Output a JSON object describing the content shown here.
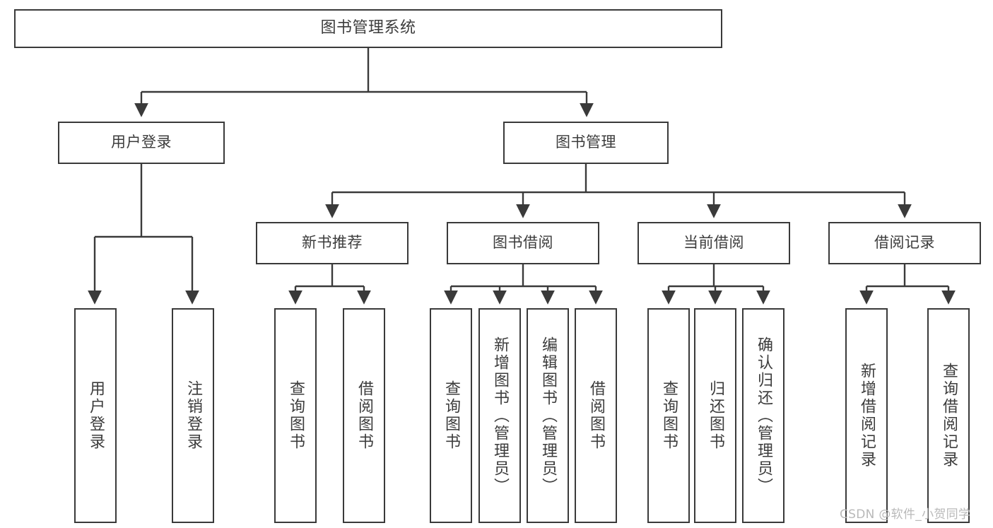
{
  "diagram": {
    "title": "图书管理系统",
    "type": "tree",
    "root": {
      "label": "图书管理系统"
    },
    "level1": [
      {
        "label": "用户登录"
      },
      {
        "label": "图书管理"
      }
    ],
    "level2": [
      {
        "label": "新书推荐"
      },
      {
        "label": "图书借阅"
      },
      {
        "label": "当前借阅"
      },
      {
        "label": "借阅记录"
      }
    ],
    "leaves": {
      "user_login": [
        {
          "label": "用户登录"
        },
        {
          "label": "注销登录"
        }
      ],
      "new_book_recommend": [
        {
          "label": "查询图书"
        },
        {
          "label": "借阅图书"
        }
      ],
      "book_borrow": [
        {
          "label": "查询图书"
        },
        {
          "label": "新增图书（管理员）"
        },
        {
          "label": "编辑图书（管理员）"
        },
        {
          "label": "借阅图书"
        }
      ],
      "current_borrow": [
        {
          "label": "查询图书"
        },
        {
          "label": "归还图书"
        },
        {
          "label": "确认归还（管理员）"
        }
      ],
      "borrow_record": [
        {
          "label": "新增借阅记录"
        },
        {
          "label": "查询借阅记录"
        }
      ]
    },
    "watermark": "CSDN @软件_小贺同学",
    "colors": {
      "stroke": "#3a3a3a",
      "text": "#3c3c3c",
      "background": "#ffffff",
      "watermark": "#b9b9b9"
    }
  }
}
